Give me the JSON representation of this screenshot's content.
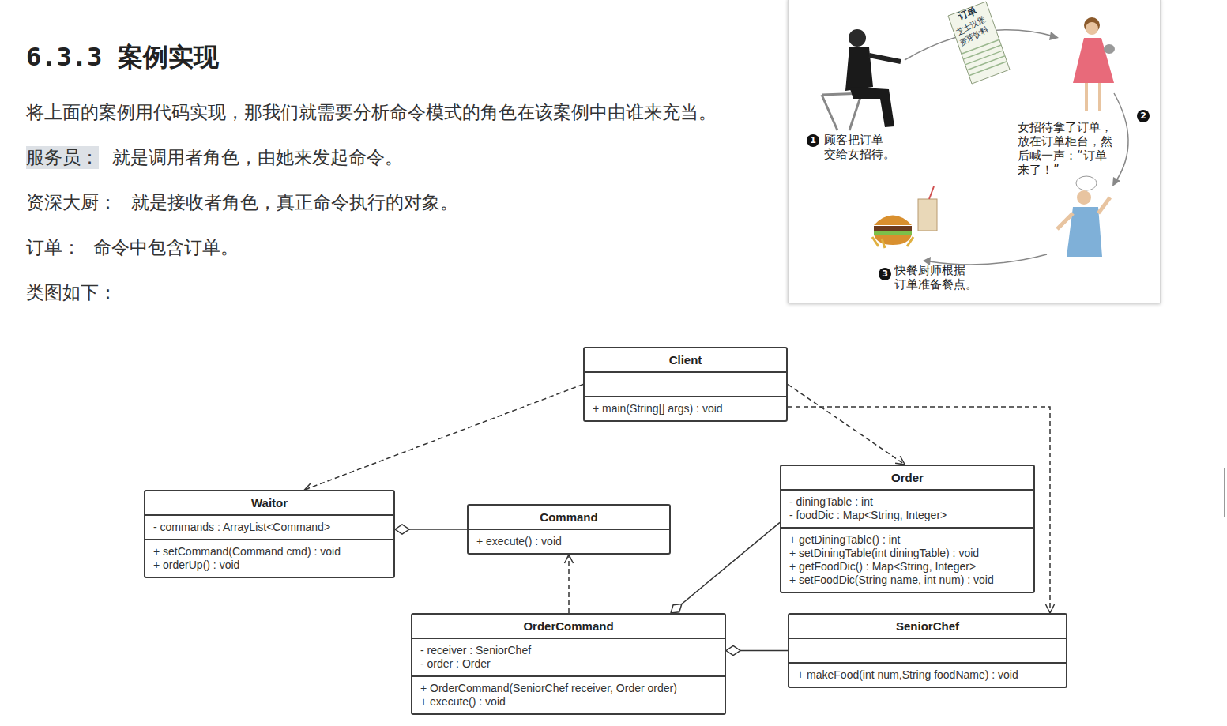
{
  "diagram": {
    "title": "6.3.3 案例实现",
    "nodes": [
      {
        "text": [
          "Client",
          "+ main(String[] args) : void"
        ]
      },
      {
        "text": [
          "Waitor",
          "- commands : ArrayList<Command>",
          "+ setCommand(Command cmd) : void",
          "+ orderUp() : void"
        ]
      },
      {
        "text": [
          "Command",
          "+ execute() : void"
        ]
      },
      {
        "text": [
          "Order",
          "- diningTable : int",
          "- foodDic : Map<String, Integer>",
          "+ getDiningTable() : int",
          "+ setDiningTable(int diningTable) : void",
          "+ getFoodDic() : Map<String, Integer>",
          "+ setFoodDic(String name, int num) : void"
        ]
      },
      {
        "text": [
          "OrderCommand",
          "- receiver : SeniorChef",
          "- order : Order",
          "+ OrderCommand(SeniorChef receiver, Order order)",
          "+ execute() : void"
        ]
      },
      {
        "text": [
          "SeniorChef",
          "+ makeFood(int num,String foodName) : void"
        ]
      }
    ],
    "edges": [
      {
        "from": 0,
        "to": 1,
        "arrow": "to"
      },
      {
        "from": 0,
        "to": 3,
        "arrow": "to"
      },
      {
        "from": 0,
        "to": 5,
        "arrow": "to"
      },
      {
        "from": 2,
        "to": 1,
        "arrow": "to"
      },
      {
        "from": 4,
        "to": 2,
        "arrow": "to"
      },
      {
        "from": 3,
        "to": 4,
        "arrow": "to"
      },
      {
        "from": 5,
        "to": 4,
        "arrow": "to"
      }
    ],
    "labels": [
      "将上面的案例用代码实现，那我们就需要分析命令模式的角色在该案例中由谁来充当。",
      "服务员：",
      "就是调用者角色，由她来发起命令。",
      "资深大厨：",
      "就是接收者角色，真正命令执行的对象。",
      "订单：",
      "命令中包含订单。",
      "类图如下：",
      "订单",
      "芝士汉堡",
      "麦芽饮料",
      "1",
      "顾客把订单 交给女招待。",
      "2",
      "女招待拿了订单， 放在订单柜台，然 后喊一声：“订单 来了！”",
      "3",
      "快餐厨师根据 订单准备餐点。"
    ]
  }
}
